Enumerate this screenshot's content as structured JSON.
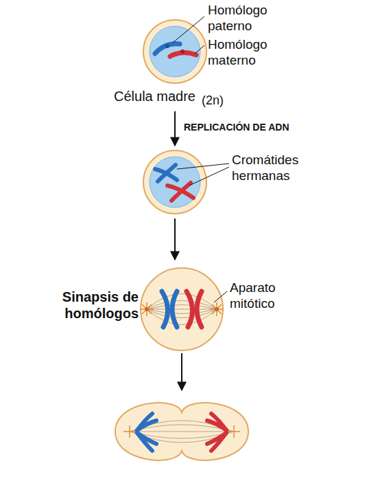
{
  "diagram": {
    "labels": [
      "Homólogo paterno",
      "Homólogo materno",
      "Célula madre",
      "(2n)",
      "REPLICACIÓN DE ADN",
      "Cromátides hermanas",
      "Sinapsis de homólogos",
      "Aparato mitótico"
    ]
  }
}
